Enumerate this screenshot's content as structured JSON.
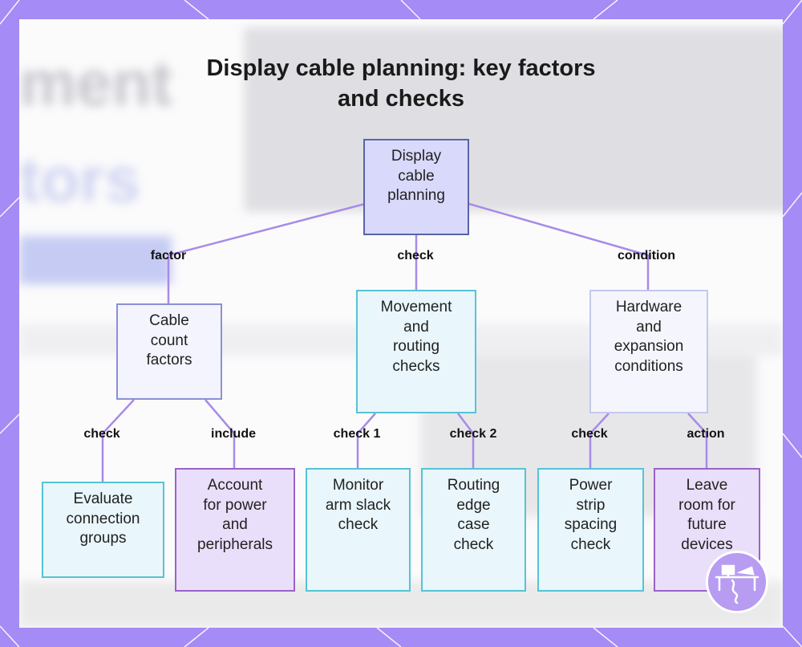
{
  "title": {
    "line1": "Display cable planning: key factors",
    "line2": "and checks"
  },
  "nodes": {
    "root": "Display\ncable\nplanning",
    "cable_count": "Cable\ncount\nfactors",
    "movement": "Movement\nand\nrouting\nchecks",
    "hardware": "Hardware\nand\nexpansion\nconditions",
    "evaluate": "Evaluate\nconnection\ngroups",
    "account": "Account\nfor power\nand\nperipherals",
    "monitor": "Monitor\narm slack\ncheck",
    "routing_edge": "Routing\nedge\ncase\ncheck",
    "power_strip": "Power\nstrip\nspacing\ncheck",
    "leave_room": "Leave\nroom for\nfuture\ndevices"
  },
  "edges": {
    "factor": "factor",
    "check": "check",
    "condition": "condition",
    "cable_check": "check",
    "include": "include",
    "check1": "check 1",
    "check2": "check 2",
    "hw_check": "check",
    "action": "action"
  },
  "colors": {
    "border": "#a58bf5",
    "connector": "#a78be8",
    "root_fill": "#d9d9fb"
  }
}
